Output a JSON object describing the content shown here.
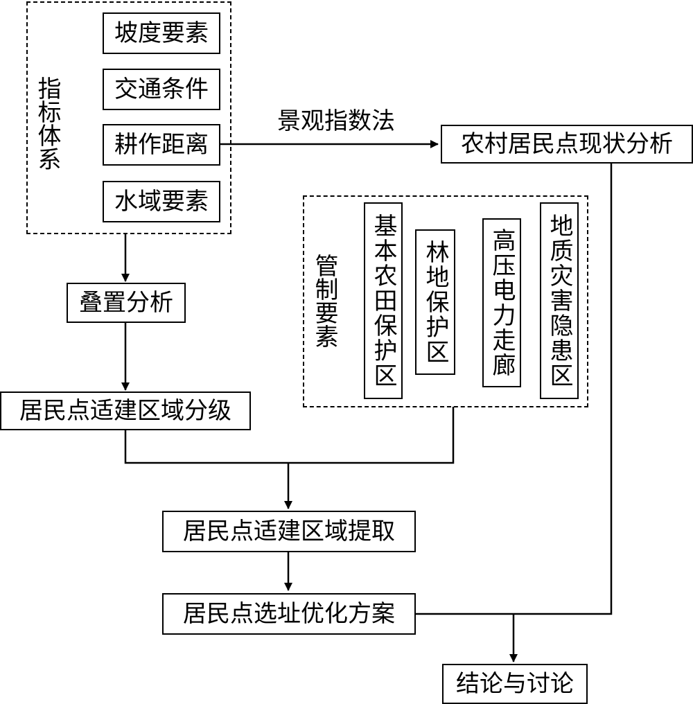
{
  "indicator_system": {
    "label": "指标体系",
    "items": [
      "坡度要素",
      "交通条件",
      "耕作距离",
      "水域要素"
    ]
  },
  "edge_label": "景观指数法",
  "status_analysis": "农村居民点现状分析",
  "overlay_analysis": "叠置分析",
  "grading": "居民点适建区域分级",
  "control_factors": {
    "label": "管制要素",
    "items": [
      "基本农田保护区",
      "林地保护区",
      "高压电力走廊",
      "地质灾害隐患区"
    ]
  },
  "extraction": "居民点适建区域提取",
  "optimization": "居民点选址优化方案",
  "conclusion": "结论与讨论"
}
